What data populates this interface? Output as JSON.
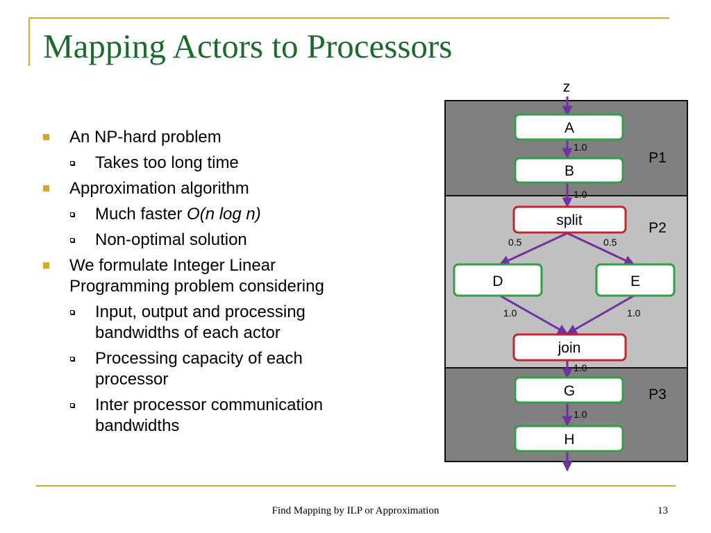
{
  "slide": {
    "title": "Mapping Actors to Processors",
    "footer": "Find Mapping by ILP or Approximation",
    "page_number": "13"
  },
  "bullets": {
    "b1": "An NP-hard problem",
    "b1_1": "Takes too long time",
    "b2": "Approximation algorithm",
    "b2_1_text": "Much faster ",
    "b2_1_italic": "O(n log n)",
    "b2_2": "Non-optimal solution",
    "b3_line1": "We formulate Integer Linear",
    "b3_line2": "Programming problem considering",
    "b3_1_line1": "Input, output and processing",
    "b3_1_line2": "bandwidths of each actor",
    "b3_2_line1": "Processing capacity of each",
    "b3_2_line2": "processor",
    "b3_3_line1": "Inter processor communication",
    "b3_3_line2": "bandwidths"
  },
  "diagram": {
    "input_label": "z",
    "processors": [
      "P1",
      "P2",
      "P3"
    ],
    "actors": {
      "A": "A",
      "B": "B",
      "split": "split",
      "D": "D",
      "E": "E",
      "join": "join",
      "G": "G",
      "H": "H"
    },
    "edge_labels": {
      "A_B": "1.0",
      "B_split": "1.0",
      "split_D": "0.5",
      "split_E": "0.5",
      "D_join": "1.0",
      "E_join": "1.0",
      "join_G": "1.0",
      "G_H": "1.0"
    },
    "colors": {
      "processor_dark": "#808080",
      "processor_light": "#c0c0c0",
      "actor_border": "#2ea043",
      "splitjoin_border": "#c0262c",
      "edge": "#7030a0"
    }
  }
}
